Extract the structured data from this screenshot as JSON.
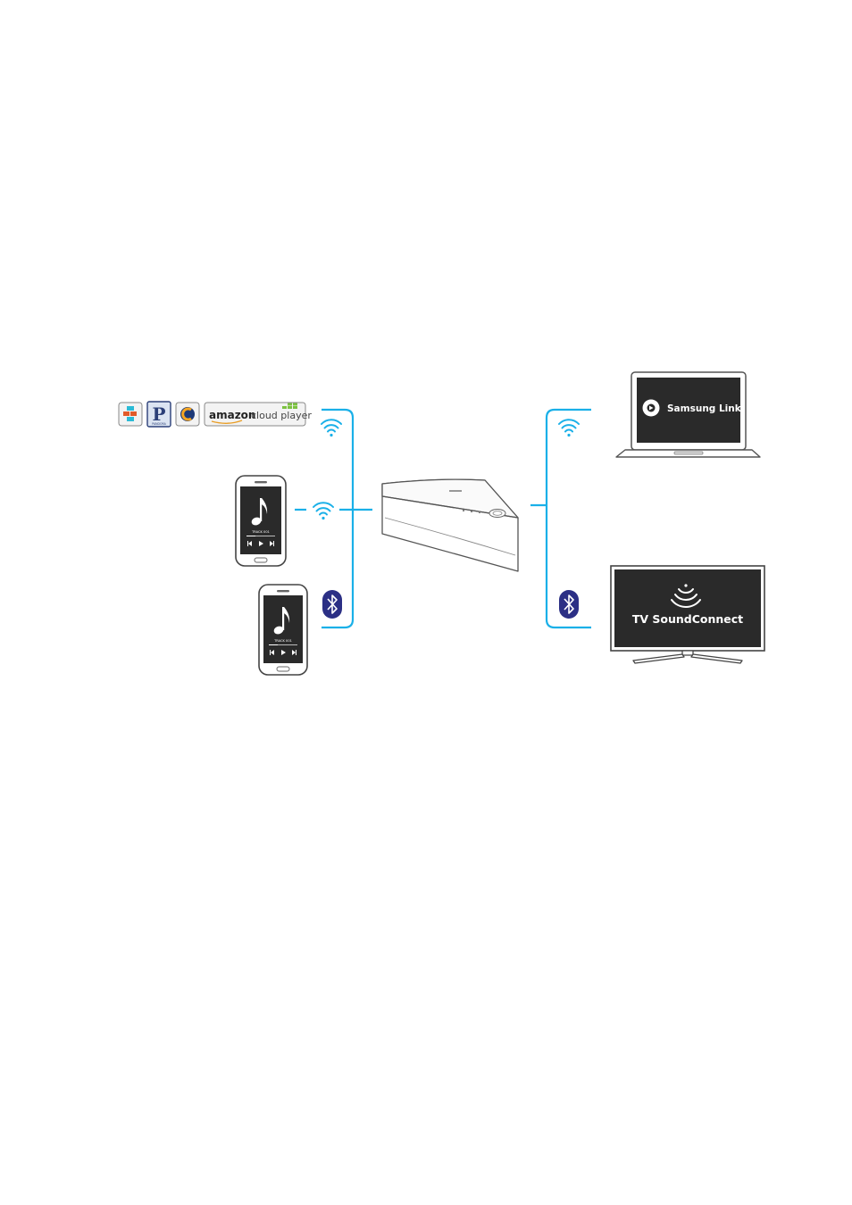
{
  "colors": {
    "connector": "#1ab0e8",
    "wifi": "#1ab0e8",
    "bluetooth_badge": "#2b2f85",
    "screen_dark": "#2a2a2a",
    "outline": "#555555"
  },
  "services": {
    "items": [
      {
        "name": "tunein",
        "icon": "tunein-icon"
      },
      {
        "name": "pandora",
        "icon": "pandora-icon",
        "letter": "P",
        "sublabel": "PANDORA"
      },
      {
        "name": "rhapsody",
        "icon": "rhapsody-icon",
        "letter": "C"
      },
      {
        "name": "amazon",
        "icon": "amazon-cloud-player-logo",
        "brand": "amazon",
        "product": "cloud player"
      }
    ]
  },
  "phone": {
    "track_label": "TRACK 001",
    "icon": "music-note-icon"
  },
  "laptop": {
    "app_label": "Samsung Link",
    "icon": "samsung-link-icon"
  },
  "tv": {
    "app_label": "TV SoundConnect",
    "icon": "sound-wave-icon"
  },
  "connections": [
    {
      "from": "services",
      "type": "wifi"
    },
    {
      "from": "phone-top",
      "type": "wifi"
    },
    {
      "from": "phone-bottom",
      "type": "bluetooth"
    },
    {
      "from": "laptop",
      "type": "wifi"
    },
    {
      "from": "tv",
      "type": "bluetooth"
    }
  ]
}
